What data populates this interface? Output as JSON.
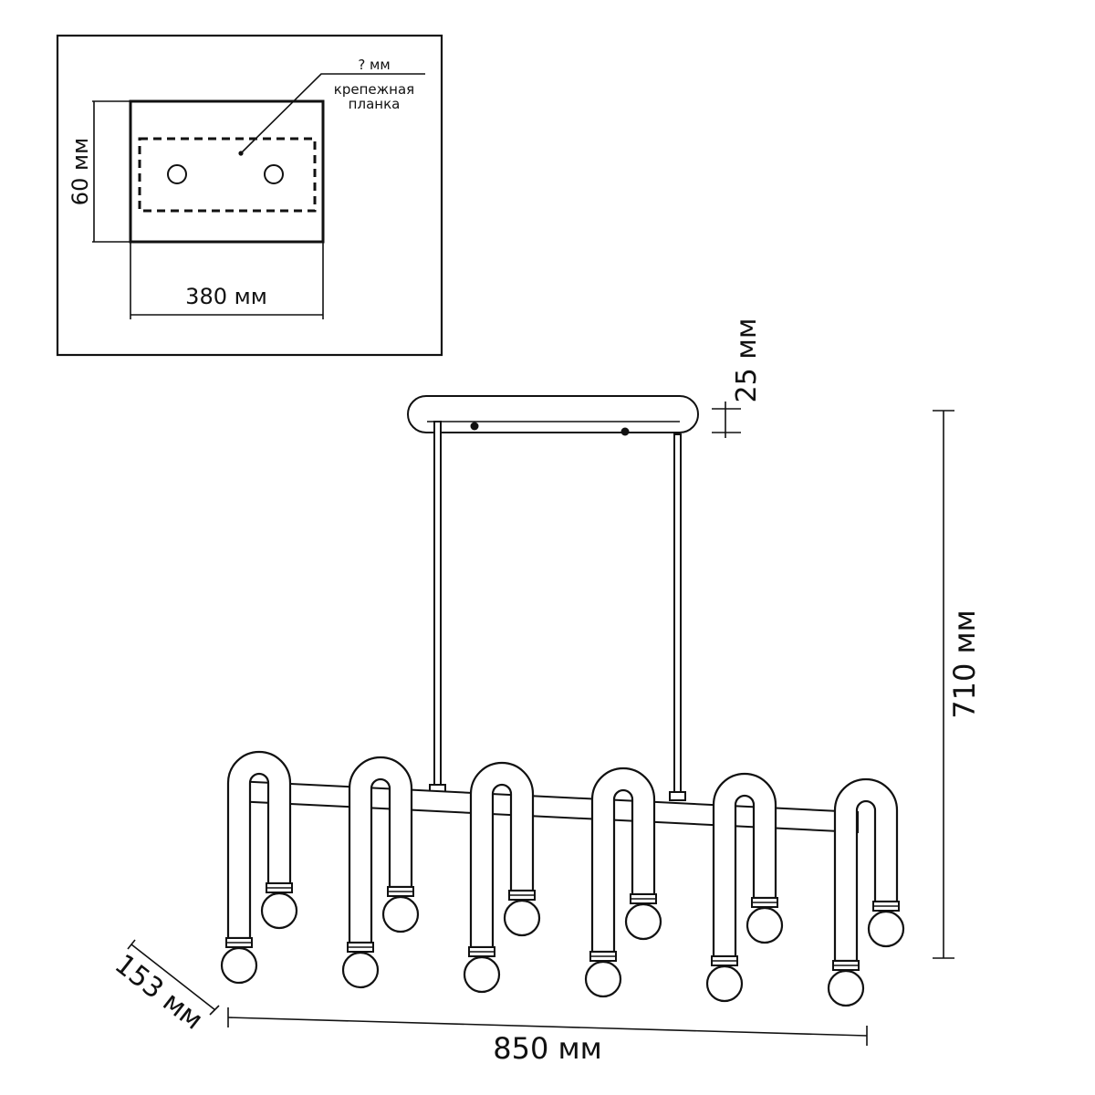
{
  "inset": {
    "width_label": "380 мм",
    "height_label": "60 мм",
    "callout_value": "? мм",
    "callout_text_line1": "крепежная",
    "callout_text_line2": "планка"
  },
  "dimensions": {
    "canopy_height": "25 мм",
    "total_height": "710 мм",
    "length": "850 мм",
    "depth": "153 мм"
  },
  "fixture": {
    "arm_count": 6,
    "bulb_count": 12
  }
}
